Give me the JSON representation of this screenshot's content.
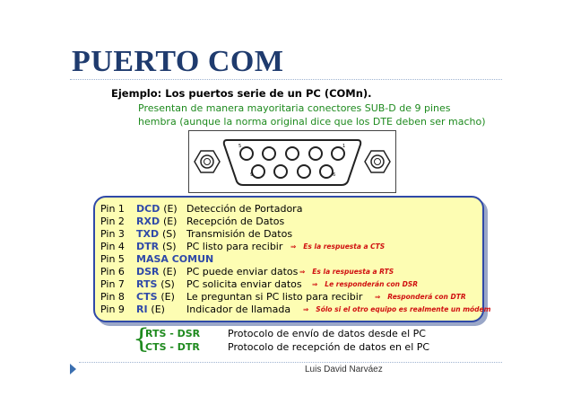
{
  "title": "PUERTO COM",
  "example_title": "Ejemplo: Los puertos serie de un PC (COMn).",
  "intro_lines": [
    "Presentan de manera mayoritaria conectores SUB-D de 9 pines",
    "hembra (aunque la norma original dice que los DTE deben ser macho)"
  ],
  "connector": {
    "pin_top_left": "5",
    "pin_top_right": "1",
    "pin_bottom_left": "9",
    "pin_bottom_right": "6"
  },
  "pins": [
    {
      "pin": "Pin 1",
      "signal": "DCD",
      "dir": "(E)",
      "desc": "Detección de Portadora",
      "note": ""
    },
    {
      "pin": "Pin 2",
      "signal": "RXD",
      "dir": "(E)",
      "desc": "Recepción de Datos",
      "note": ""
    },
    {
      "pin": "Pin 3",
      "signal": "TXD",
      "dir": "(S)",
      "desc": "Transmisión de Datos",
      "note": ""
    },
    {
      "pin": "Pin 4",
      "signal": "DTR",
      "dir": "(S)",
      "desc": "PC listo para recibir",
      "note": "Es la respuesta a CTS"
    },
    {
      "pin": "Pin 5",
      "signal": "MASA COMUN",
      "dir": "",
      "desc": "",
      "note": ""
    },
    {
      "pin": "Pin 6",
      "signal": "DSR",
      "dir": "(E)",
      "desc": "PC puede enviar datos",
      "note": "Es la respuesta a RTS"
    },
    {
      "pin": "Pin 7",
      "signal": "RTS",
      "dir": "(S)",
      "desc": "PC solicita enviar datos",
      "note": "Le responderán con DSR"
    },
    {
      "pin": "Pin 8",
      "signal": "CTS",
      "dir": "(E)",
      "desc": "Le preguntan si PC listo para recibir",
      "note": "Responderá con DTR"
    },
    {
      "pin": "Pin 9",
      "signal": "RI",
      "dir": "(E)",
      "desc": "Indicador de llamada",
      "note": "Sólo si el otro equipo es realmente un módem"
    }
  ],
  "arrow_glyph": "⇒",
  "protocols": [
    {
      "pair": "RTS - DSR",
      "desc": "Protocolo de envío de datos desde el PC"
    },
    {
      "pair": "CTS - DTR",
      "desc": "Protocolo de recepción de datos en el PC"
    }
  ],
  "footer": "Luis David Narváez"
}
